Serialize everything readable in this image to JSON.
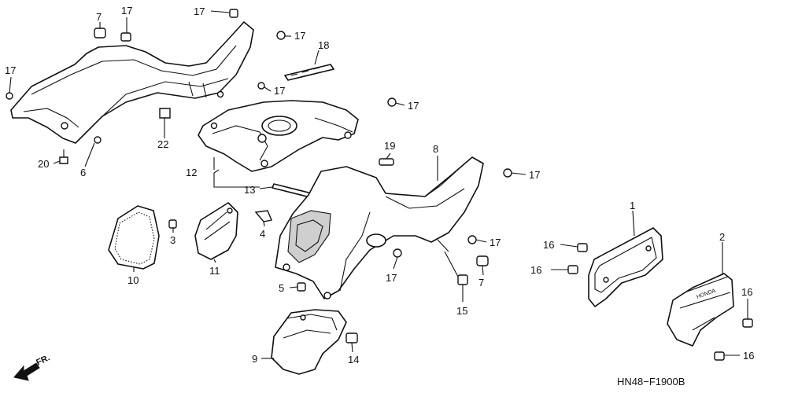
{
  "diagram_code": "HN48−F1900B",
  "direction_label": "FR.",
  "brand_mark": "HONDA",
  "callouts": [
    {
      "id": "c7a",
      "text": "7"
    },
    {
      "id": "c17a",
      "text": "17"
    },
    {
      "id": "c17b",
      "text": "17"
    },
    {
      "id": "c17c",
      "text": "17"
    },
    {
      "id": "c18",
      "text": "18"
    },
    {
      "id": "c17d",
      "text": "17"
    },
    {
      "id": "c17e",
      "text": "17"
    },
    {
      "id": "c17f",
      "text": "17"
    },
    {
      "id": "c22",
      "text": "22"
    },
    {
      "id": "c20",
      "text": "20"
    },
    {
      "id": "c6",
      "text": "6"
    },
    {
      "id": "c19",
      "text": "19"
    },
    {
      "id": "c8",
      "text": "8"
    },
    {
      "id": "c17g",
      "text": "17"
    },
    {
      "id": "c12",
      "text": "12"
    },
    {
      "id": "c13",
      "text": "13"
    },
    {
      "id": "c3",
      "text": "3"
    },
    {
      "id": "c4",
      "text": "4"
    },
    {
      "id": "c10",
      "text": "10"
    },
    {
      "id": "c11",
      "text": "11"
    },
    {
      "id": "c17h",
      "text": "17"
    },
    {
      "id": "c17i",
      "text": "17"
    },
    {
      "id": "c7b",
      "text": "7"
    },
    {
      "id": "c5",
      "text": "5"
    },
    {
      "id": "c15",
      "text": "15"
    },
    {
      "id": "c1",
      "text": "1"
    },
    {
      "id": "c2",
      "text": "2"
    },
    {
      "id": "c16a",
      "text": "16"
    },
    {
      "id": "c16b",
      "text": "16"
    },
    {
      "id": "c16c",
      "text": "16"
    },
    {
      "id": "c16d",
      "text": "16"
    },
    {
      "id": "c9",
      "text": "9"
    },
    {
      "id": "c14",
      "text": "14"
    }
  ]
}
